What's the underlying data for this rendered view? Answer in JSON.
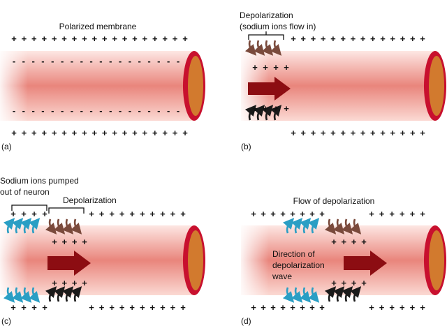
{
  "colors": {
    "axon_light": "#fde7e3",
    "axon_mid": "#f3aca3",
    "axon_dark": "#e7827a",
    "rim": "#c8102e",
    "core": "#d27a2e",
    "arrow": "#8c0d12",
    "ion_brown": "#7a4a3c",
    "ion_black": "#1a1a1a",
    "ion_blue": "#2a9ec4"
  },
  "symbols": {
    "plus": "+",
    "minus": "-"
  },
  "panels": [
    {
      "id": "a",
      "caption": "(a)",
      "title": "Polarized membrane"
    },
    {
      "id": "b",
      "caption": "(b)",
      "title_line1": "Depolarization",
      "title_line2": "(sodium ions flow in)"
    },
    {
      "id": "c",
      "caption": "(c)",
      "pump_line1": "Sodium ions pumped",
      "pump_line2": "out of neuron",
      "depol_label": "Depolarization"
    },
    {
      "id": "d",
      "caption": "(d)",
      "title": "Flow of depolarization",
      "wave_line1": "Direction of",
      "wave_line2": "depolarization",
      "wave_line3": "wave"
    }
  ]
}
